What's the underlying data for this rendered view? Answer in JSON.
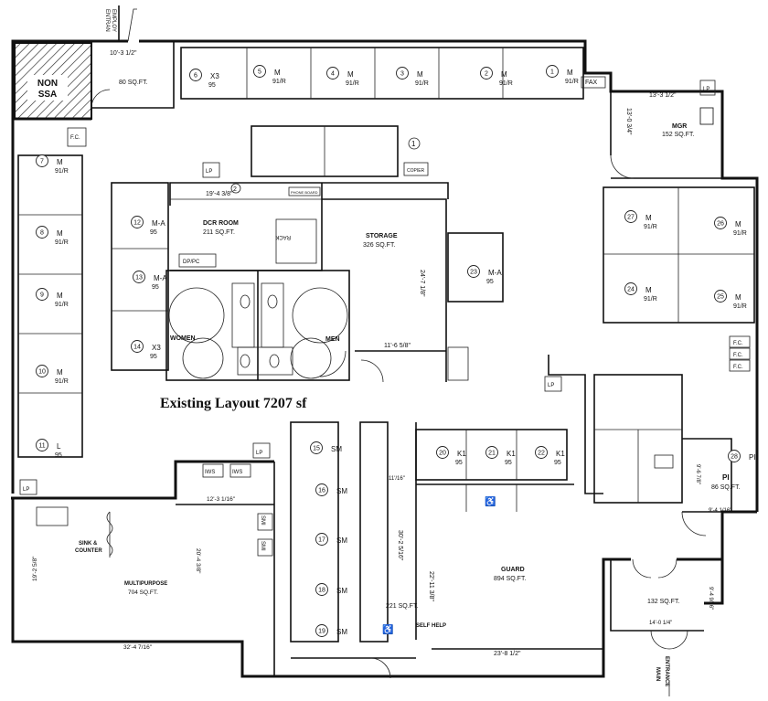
{
  "title": "Existing Layout 7207 sf",
  "rooms": {
    "non_ssa": {
      "line1": "NON",
      "line2": "SSA"
    },
    "room80": {
      "dim": "10'-3 1/2\"",
      "area": "80 SQ.FT."
    },
    "mgr": {
      "name": "MGR",
      "area": "152 SQ.FT.",
      "dim_top": "13'-3 1/2\"",
      "dim_side": "13'-0 3/4\""
    },
    "dcr": {
      "num": "2",
      "name": "DCR ROOM",
      "area": "211 SQ.FT.",
      "dim": "19'-4 3/8\""
    },
    "storage": {
      "name": "STORAGE",
      "area": "326 SQ.FT.",
      "dim_side": "24'-7 1/8\"",
      "dim_bottom": "11'-6 5/8\""
    },
    "women": {
      "name": "WOMEN"
    },
    "men": {
      "name": "MEN"
    },
    "multipurpose": {
      "name": "MULTIPURPOSE",
      "area": "704 SQ.FT.",
      "dim_bottom": "32'-4 7/16\"",
      "dim_side": "20'-4 3/8\"",
      "dim_left": "19'-2 5/8\"",
      "dim_top": "12'-3 1/16\""
    },
    "guard": {
      "name": "GUARD",
      "area": "894 SQ.FT.",
      "dim_side": "22'-11 3/8\"",
      "dim_bottom": "23'-8 1/2\""
    },
    "room221": {
      "area": "221 SQ.FT.",
      "dim_side": "30'-2 5/16\"",
      "dim_top": "11'/16\""
    },
    "pi": {
      "name": "PI",
      "area": "86 SQ.FT.",
      "dim_side": "9'-6 7/8\"",
      "dim_bottom": "9'-4 1/16\""
    },
    "room132": {
      "area": "132 SQ.FT.",
      "dim_bottom": "14'-0 1/4\"",
      "dim_side": "9'-4 9/16\""
    }
  },
  "labels": {
    "sink_counter": [
      "SINK &",
      "COUNTER"
    ],
    "self_help": "SELF HELP",
    "main_entrance": [
      "MAIN",
      "ENTRANCE"
    ],
    "employee_entrance": [
      "EMPLOY",
      "ENTRAN"
    ],
    "fax": "FAX",
    "copier": "COPIER",
    "phone_board": "PHONE BOARD",
    "rack": "RACK",
    "dp_pc": "DP/PC",
    "lp": "LP",
    "fc": "F.C.",
    "iws": "IWS",
    "smi": "SMI",
    "circle_1": "1",
    "mark_m": "M",
    "mark_91r": "91/R",
    "mark_95": "95",
    "mark_ma": "M-A",
    "mark_x3": "X3",
    "mark_k1": "K1",
    "mark_l": "L",
    "mark_sm": "SM"
  },
  "workstations": [
    {
      "num": "6",
      "code": "X3",
      "sub": "95"
    },
    {
      "num": "5",
      "code": "M",
      "sub": "91/R"
    },
    {
      "num": "4",
      "code": "M",
      "sub": "91/R"
    },
    {
      "num": "3",
      "code": "M",
      "sub": "91/R"
    },
    {
      "num": "2",
      "code": "M",
      "sub": "91/R"
    },
    {
      "num": "1",
      "code": "M",
      "sub": "91/R"
    },
    {
      "num": "7",
      "code": "M",
      "sub": "91/R"
    },
    {
      "num": "8",
      "code": "M",
      "sub": "91/R"
    },
    {
      "num": "9",
      "code": "M",
      "sub": "91/R"
    },
    {
      "num": "10",
      "code": "M",
      "sub": "91/R"
    },
    {
      "num": "11",
      "code": "L",
      "sub": "95"
    },
    {
      "num": "12",
      "code": "M-A",
      "sub": "95"
    },
    {
      "num": "13",
      "code": "M-A",
      "sub": "95"
    },
    {
      "num": "14",
      "code": "X3",
      "sub": "95"
    },
    {
      "num": "15",
      "code": "SM",
      "sub": ""
    },
    {
      "num": "16",
      "code": "SM",
      "sub": ""
    },
    {
      "num": "17",
      "code": "SM",
      "sub": ""
    },
    {
      "num": "18",
      "code": "SM",
      "sub": ""
    },
    {
      "num": "19",
      "code": "SM",
      "sub": ""
    },
    {
      "num": "20",
      "code": "K1",
      "sub": "95"
    },
    {
      "num": "21",
      "code": "K1",
      "sub": "95"
    },
    {
      "num": "22",
      "code": "K1",
      "sub": "95"
    },
    {
      "num": "23",
      "code": "M-A",
      "sub": "95"
    },
    {
      "num": "24",
      "code": "M",
      "sub": "91/R"
    },
    {
      "num": "25",
      "code": "M",
      "sub": "91/R"
    },
    {
      "num": "26",
      "code": "M",
      "sub": "91/R"
    },
    {
      "num": "27",
      "code": "M",
      "sub": "91/R"
    },
    {
      "num": "28",
      "code": "PI",
      "sub": ""
    }
  ]
}
